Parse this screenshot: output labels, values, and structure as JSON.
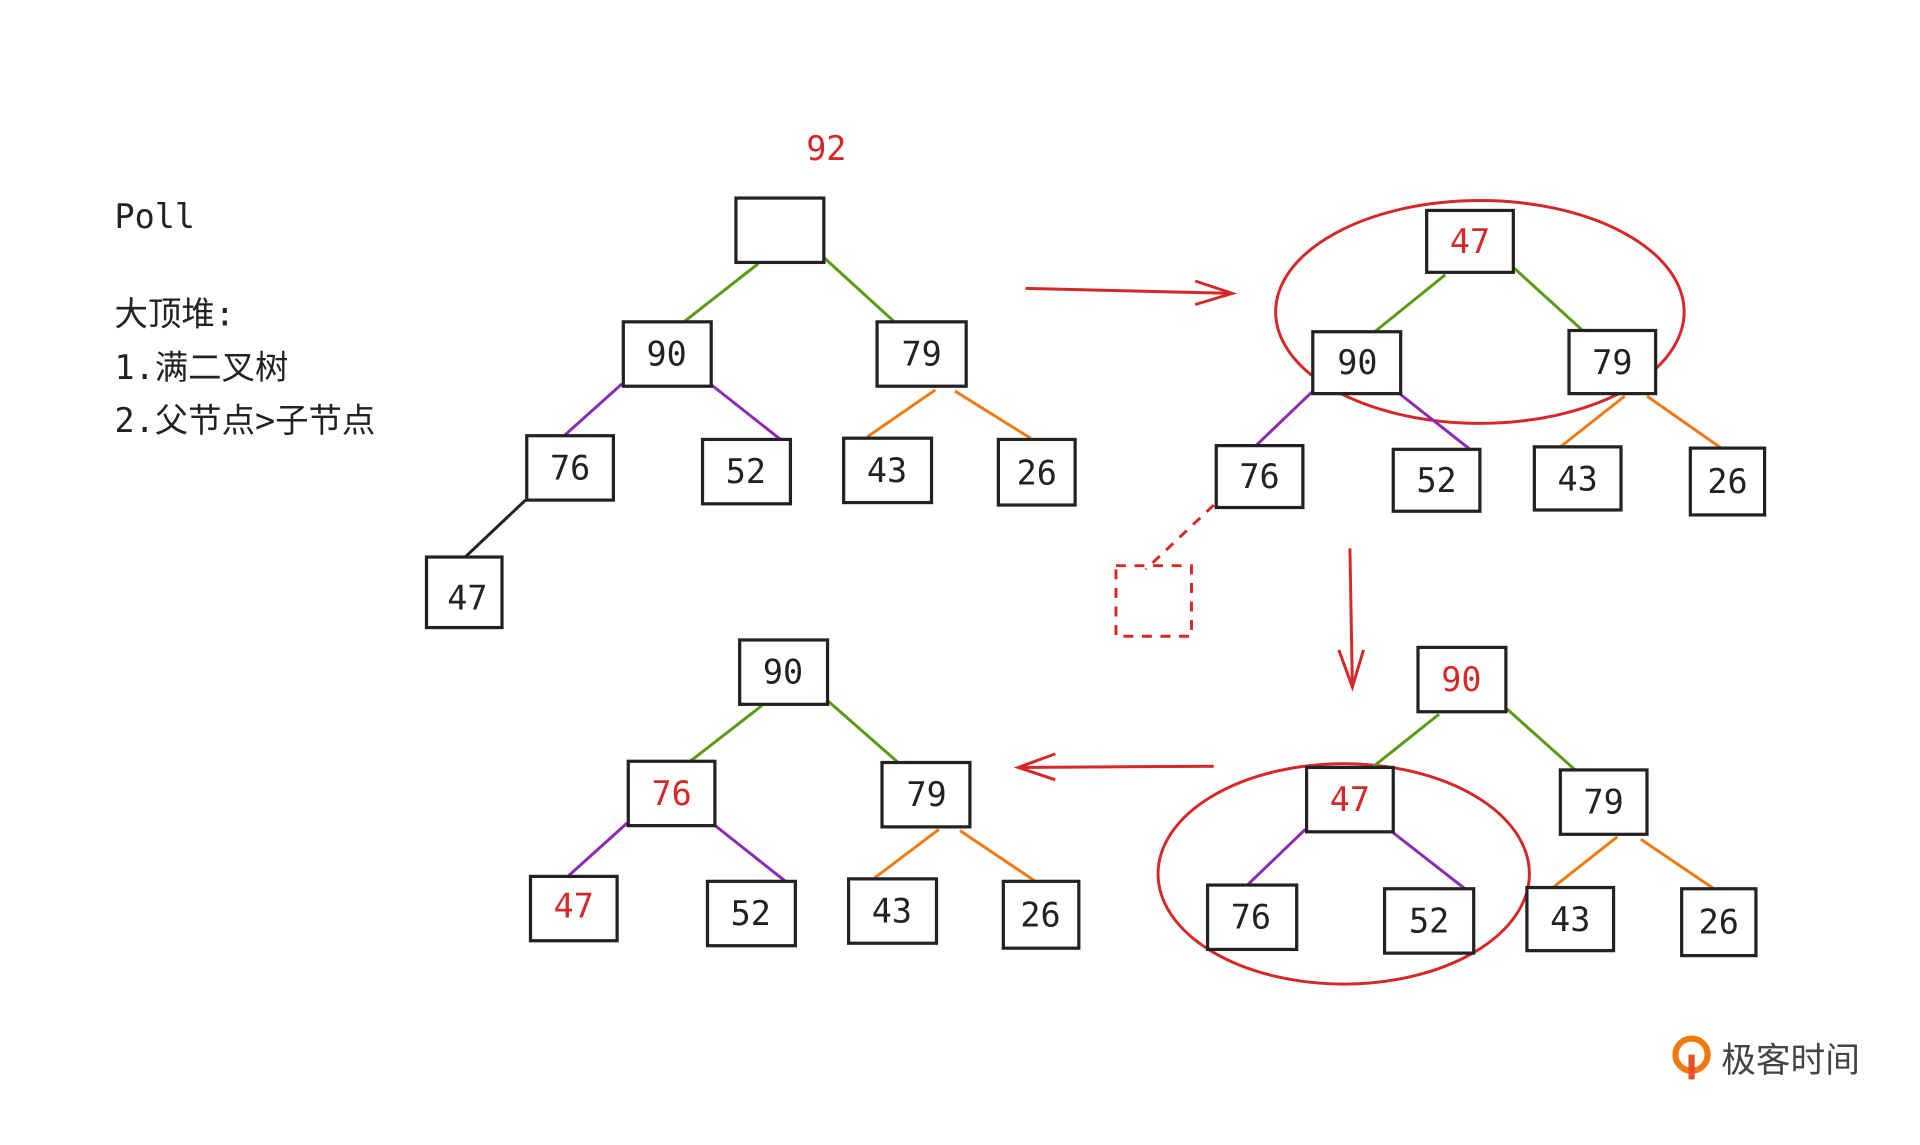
{
  "title": "Poll",
  "notes": [
    "大顶堆:",
    "1.满二叉树",
    "2.父节点>子节点"
  ],
  "removed_value": "92",
  "tree1": {
    "root": "",
    "n90": "90",
    "n79": "79",
    "n76": "76",
    "n52": "52",
    "n43": "43",
    "n26": "26",
    "n47": "47"
  },
  "tree2": {
    "root": "47",
    "n90": "90",
    "n79": "79",
    "n76": "76",
    "n52": "52",
    "n43": "43",
    "n26": "26"
  },
  "tree3": {
    "root": "90",
    "n47": "47",
    "n79": "79",
    "n76": "76",
    "n52": "52",
    "n43": "43",
    "n26": "26"
  },
  "tree4": {
    "root": "90",
    "n76": "76",
    "n79": "79",
    "n47": "47",
    "n52": "52",
    "n43": "43",
    "n26": "26"
  },
  "logo": "极客时间",
  "colors": {
    "highlight": "#d62828",
    "level1": "#5a9a14",
    "level2_left": "#8a2bb3",
    "level2_right": "#f07a10"
  }
}
